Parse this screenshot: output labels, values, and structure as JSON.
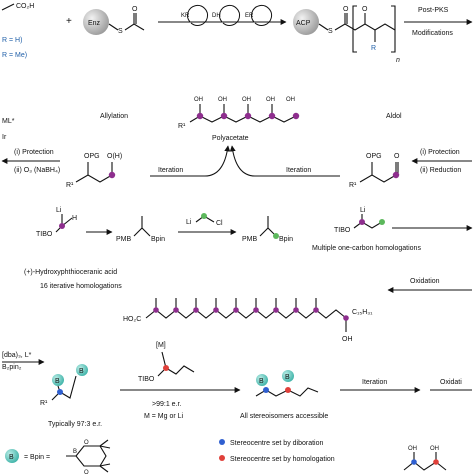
{
  "row1": {
    "acid_label": "CO₂H",
    "r_h": "R = H)",
    "r_me": "R = Me)",
    "plus": "+",
    "enz_label": "Enz",
    "s_label": "S",
    "o_label": "O",
    "kr": "KR",
    "dh": "DH",
    "er": "ER",
    "acp_label": "ACP",
    "n_label": "n",
    "r_label": "R",
    "post_pks": "Post-PKS",
    "modifications": "Modifications"
  },
  "row2": {
    "ml_label": "ML*",
    "ir_label": "Ir",
    "allylation": "Allylation",
    "aldol": "Aldol",
    "polyacetate": "Polyacetate",
    "r1": "R¹",
    "oh": "OH",
    "left_opg": "OPG",
    "left_oh": "O(H)",
    "right_opg": "OPG",
    "right_o": "O",
    "protection_left": "(i) Protection",
    "ozonolysis": "(ii) O₃ (NaBH₄)",
    "iteration_left": "Iteration",
    "iteration_right": "Iteration",
    "protection_right": "(i) Protection",
    "reduction": "(ii) Reduction"
  },
  "row3": {
    "li": "Li",
    "h": "H",
    "tibo": "TIBO",
    "pmb": "PMB",
    "bpin": "Bpin",
    "li_reagent": "Li",
    "cl": "Cl",
    "pmb2": "PMB",
    "bpin2": "Bpin",
    "li2": "Li",
    "tibo2": "TIBO",
    "multiple": "Multiple one-carbon homologations"
  },
  "row4": {
    "name": "(+)-Hydroxyphthioceranic acid",
    "homologations": "16 iterative homologations",
    "ho2c": "HO₂C",
    "c15": "C₁₅H₃₁",
    "oh": "OH",
    "oxidation": "Oxidation"
  },
  "row5": {
    "dba": "[dba)₃, L*",
    "b2pin2": "B₂pin₂",
    "b": "B",
    "r1": "R¹",
    "typically": "Typically 97:3 e.r.",
    "m_label": "[M]",
    "tibo": "TIBO",
    "er": ">99:1 e.r.",
    "m_def": "M = Mg or Li",
    "all_stereo": "All stereoisomers accessible",
    "iteration": "Iteration",
    "oxidation": "Oxidati",
    "oh": "OH",
    "oh2": "OH"
  },
  "legend": {
    "b": "B",
    "bpin_eq": "= Bpin =",
    "b_ring": "B",
    "o1": "O",
    "o2": "O",
    "diboration": "Stereocentre set by diboration",
    "homologation": "Stereocentre set by homologation"
  },
  "colors": {
    "purple": "#8e2e8e",
    "blue_dot": "#2f5fd0",
    "red_dot": "#e0403a",
    "teal": "#67c7c0",
    "green_dot": "#5cb85c",
    "link_blue": "#1f5fa8",
    "sphere": "#bdbdbd"
  }
}
